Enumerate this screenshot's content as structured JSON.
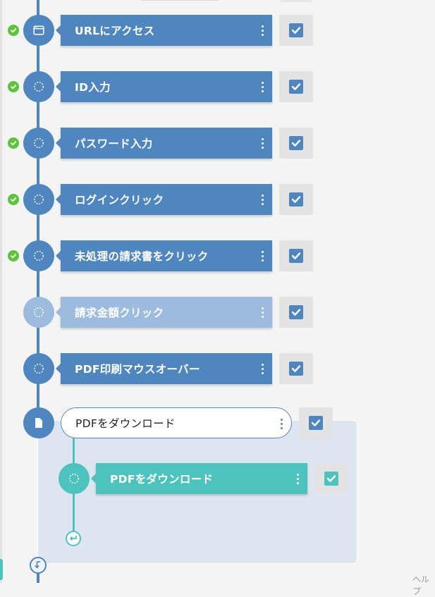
{
  "steps": [
    {
      "label": "URLにアクセス",
      "icon": "browser-window-icon",
      "status": "done"
    },
    {
      "label": "ID入力",
      "icon": "dotted-circle-icon",
      "status": "done"
    },
    {
      "label": "パスワード入力",
      "icon": "dotted-circle-icon",
      "status": "done"
    },
    {
      "label": "ログインクリック",
      "icon": "dotted-circle-icon",
      "status": "done"
    },
    {
      "label": "未処理の請求書をクリック",
      "icon": "dotted-circle-icon",
      "status": "done"
    },
    {
      "label": "請求金額クリック",
      "icon": "dotted-circle-icon",
      "status": "disabled"
    },
    {
      "label": "PDF印刷マウスオーバー",
      "icon": "dotted-circle-icon",
      "status": "pending"
    }
  ],
  "loop": {
    "label": "PDFをダウンロード",
    "icon": "document-icon",
    "child": {
      "label": "PDFをダウンロード",
      "icon": "dotted-circle-icon"
    }
  },
  "footer": {
    "help_label": "ヘルプ"
  },
  "colors": {
    "primary": "#4f86c0",
    "teal": "#4ec3bd",
    "success": "#5cc33a",
    "faded": "#9dbbde"
  }
}
